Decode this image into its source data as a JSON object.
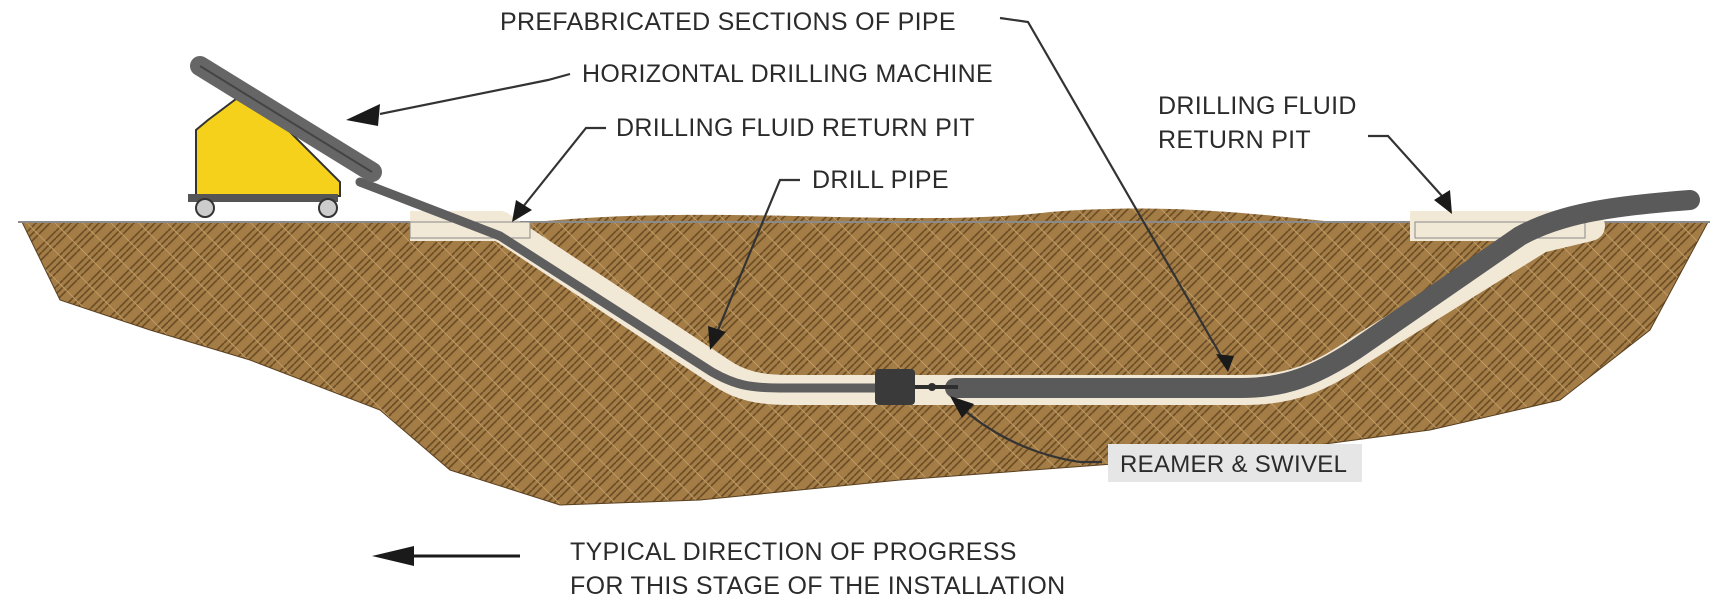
{
  "labels": {
    "prefabricated_sections": "PREFABRICATED SECTIONS OF PIPE",
    "horizontal_drilling_machine": "HORIZONTAL DRILLING MACHINE",
    "return_pit_left": "DRILLING FLUID RETURN PIT",
    "drill_pipe": "DRILL PIPE",
    "return_pit_right_line1": "DRILLING FLUID",
    "return_pit_right_line2": "RETURN PIT",
    "reamer_swivel": "REAMER & SWIVEL",
    "direction_line1": "TYPICAL DIRECTION OF PROGRESS",
    "direction_line2": "FOR THIS STAGE OF THE INSTALLATION"
  },
  "colors": {
    "soil": "#a07a45",
    "soil_pattern": "#6e5027",
    "bore_path": "#f0e6d4",
    "pipe": "#5f5f5f",
    "machine_body": "#f7d21a",
    "machine_boom": "#6a6a6a",
    "reamer": "#3c3c3c",
    "label_box": "#e6e6e6"
  }
}
